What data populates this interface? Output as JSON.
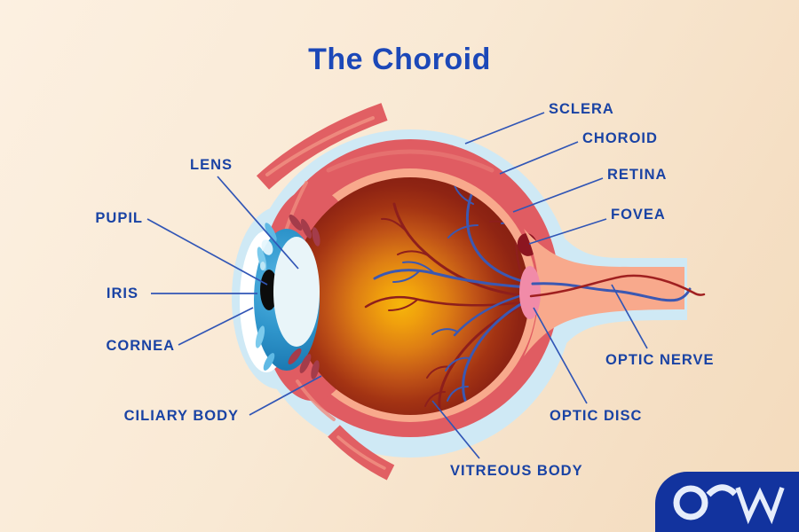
{
  "title": "The Choroid",
  "labels": {
    "sclera": "SCLERA",
    "choroid": "CHOROID",
    "retina": "RETINA",
    "fovea": "FOVEA",
    "lens": "LENS",
    "pupil": "PUPIL",
    "iris": "IRIS",
    "cornea": "CORNEA",
    "ciliary_body": "CILIARY BODY",
    "optic_nerve": "OPTIC NERVE",
    "optic_disc": "OPTIC DISC",
    "vitreous_body": "VITREOUS BODY"
  },
  "logo": {
    "text": "OW"
  },
  "colors": {
    "background_top": "#fcf0e1",
    "background_bottom": "#f3dbbc",
    "title_blue": "#1c48b8",
    "label_blue": "#1a43a4",
    "leader_line": "#3156b6",
    "sclera_blue": "#cfe9f5",
    "choroid_red": "#e05c62",
    "retina_salmon": "#f8a98c",
    "vitreous_center": "#f6b60b",
    "vitreous_edge": "#862012",
    "vein_blue": "#3b58b2",
    "artery_red": "#8e1f1c",
    "iris_blue": "#2f95cb",
    "pupil_black": "#0c0c0c",
    "lens_white": "#e9f5f9",
    "optic_disc_pink": "#f18ba8",
    "fovea_maroon": "#8c1520",
    "logo_blue": "#12339e"
  }
}
